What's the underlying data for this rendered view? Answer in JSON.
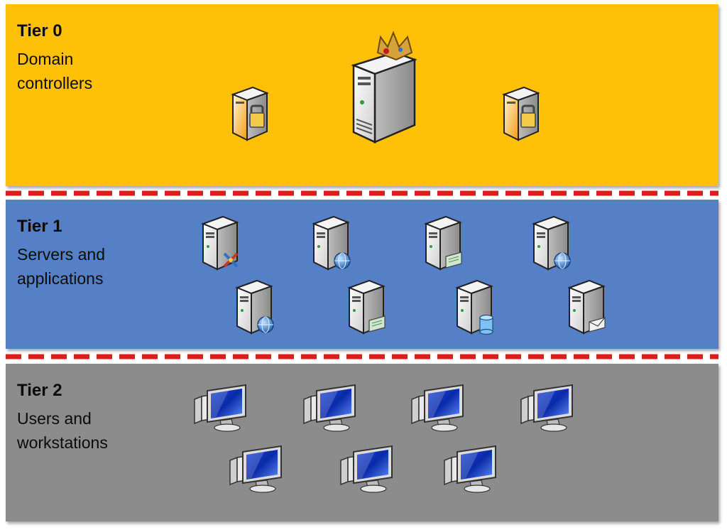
{
  "colors": {
    "tier0_bg": "#FFC107",
    "tier1_bg": "#5580C6",
    "tier2_bg": "#8C8C8C",
    "divider_dash": "#E01B1B",
    "divider_gap": "#FFFFFF"
  },
  "tiers": [
    {
      "title": "Tier 0",
      "description": [
        "Domain",
        "controllers"
      ]
    },
    {
      "title": "Tier 1",
      "description": [
        "Servers and",
        "applications"
      ]
    },
    {
      "title": "Tier 2",
      "description": [
        "Users and",
        "workstations"
      ]
    }
  ],
  "icons": {
    "tier0": [
      "locked-server-icon",
      "crowned-server-icon",
      "locked-server-icon"
    ],
    "tier1": [
      "application-server-icon",
      "web-server-icon",
      "file-server-icon",
      "web-server-icon",
      "web-server-icon",
      "file-server-icon",
      "database-server-icon",
      "mail-server-icon"
    ],
    "tier2": [
      "workstation-icon",
      "workstation-icon",
      "workstation-icon",
      "workstation-icon",
      "workstation-icon",
      "workstation-icon",
      "workstation-icon"
    ]
  }
}
